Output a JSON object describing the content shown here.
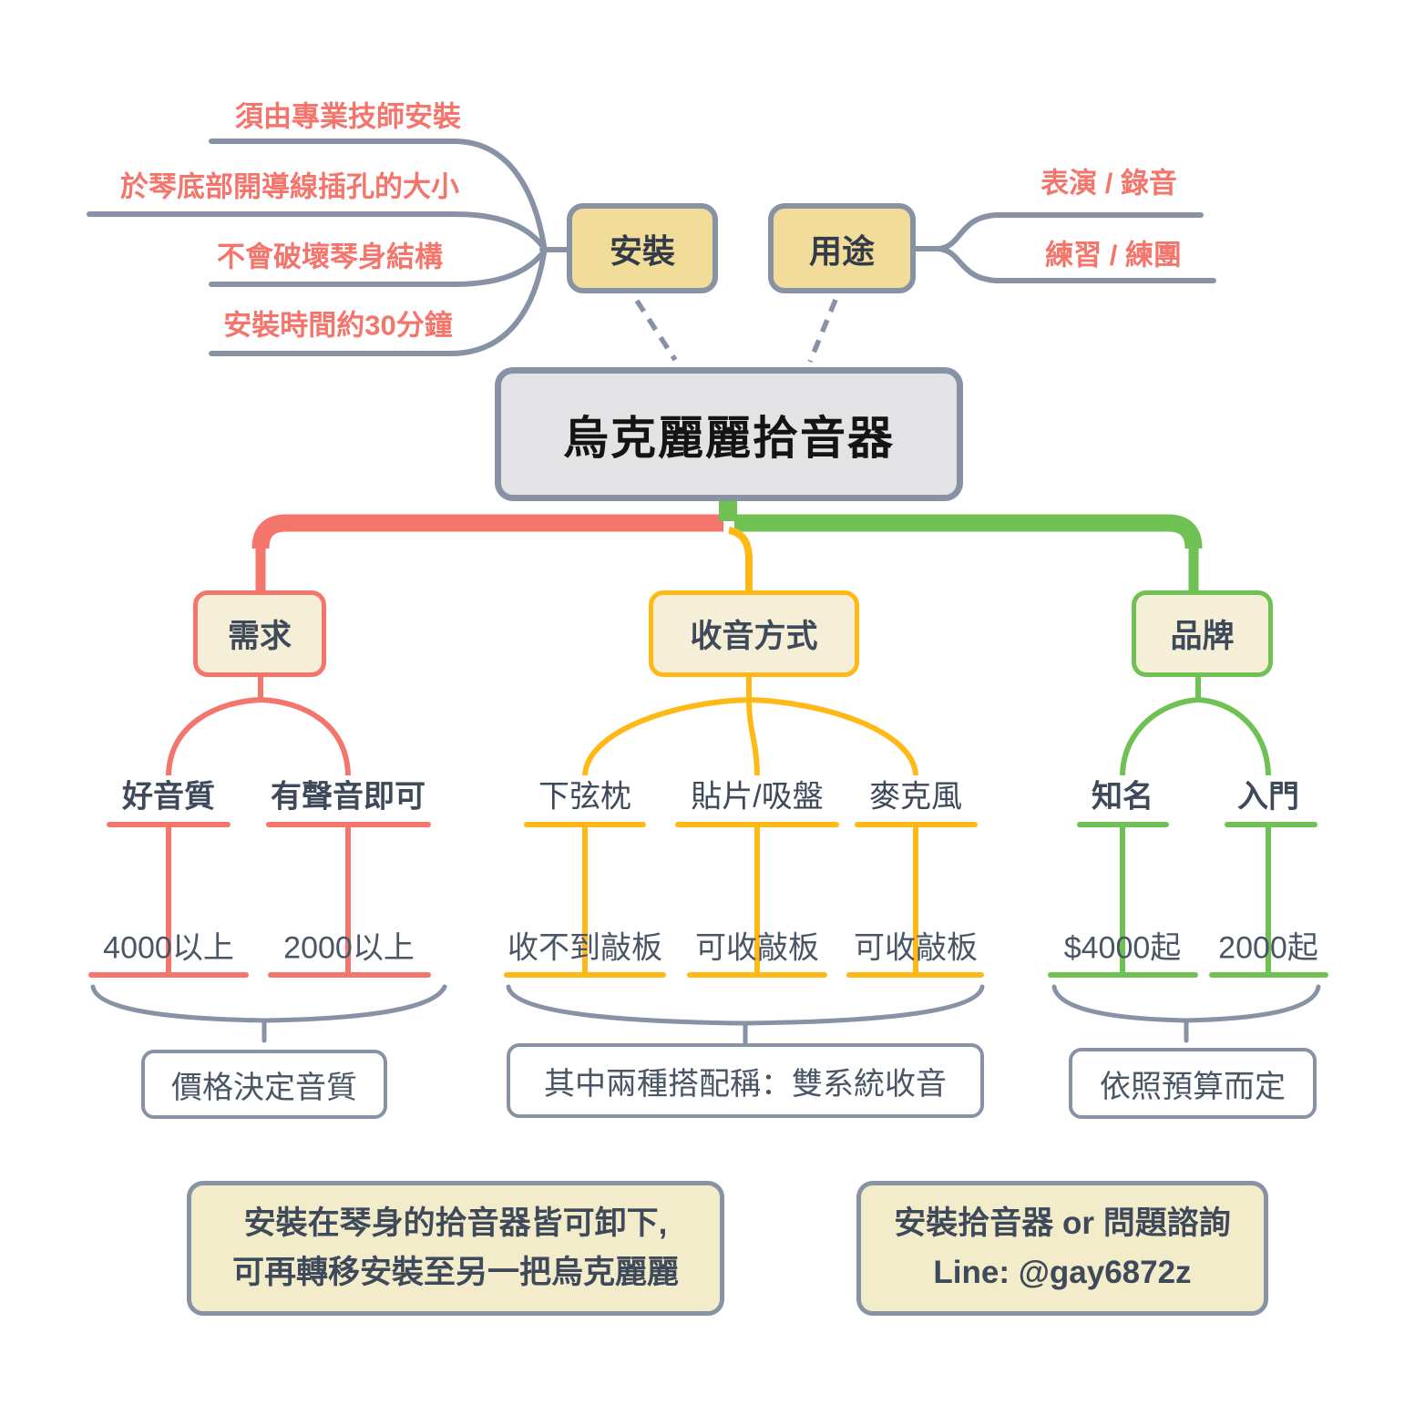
{
  "central": {
    "title": "烏克麗麗拾音器"
  },
  "colors": {
    "salmon": "#F4756C",
    "yellow": "#FFB916",
    "green": "#6EC152",
    "slate": "#8792A5",
    "dark_text": "#3E4959",
    "node_cream": "#F4EFD6",
    "node_gold": "#F1DD99",
    "central_gray": "#E3E3E5",
    "note_cream": "#F2ECCB"
  },
  "install": {
    "node": "安裝",
    "items": [
      "須由專業技師安裝",
      "於琴底部開導線插孔的大小",
      "不會破壞琴身結構",
      "安裝時間約30分鐘"
    ]
  },
  "usage": {
    "node": "用途",
    "items": [
      "表演 / 錄音",
      "練習 / 練團"
    ]
  },
  "needs": {
    "node": "需求",
    "children": [
      {
        "label": "好音質",
        "value": "4000以上"
      },
      {
        "label": "有聲音即可",
        "value": "2000以上"
      }
    ],
    "summary": "價格決定音質"
  },
  "pickup": {
    "node": "收音方式",
    "children": [
      {
        "label": "下弦枕",
        "value": "收不到敲板"
      },
      {
        "label": "貼片/吸盤",
        "value": "可收敲板"
      },
      {
        "label": "麥克風",
        "value": "可收敲板"
      }
    ],
    "summary": "其中兩種搭配稱：雙系統收音"
  },
  "brand": {
    "node": "品牌",
    "children": [
      {
        "label": "知名",
        "value": "$4000起"
      },
      {
        "label": "入門",
        "value": "2000起"
      }
    ],
    "summary": "依照預算而定"
  },
  "notes": {
    "left": [
      "安裝在琴身的拾音器皆可卸下,",
      "可再轉移安裝至另一把烏克麗麗"
    ],
    "right": [
      "安裝拾音器 or 問題諮詢",
      "Line: @gay6872z"
    ]
  }
}
